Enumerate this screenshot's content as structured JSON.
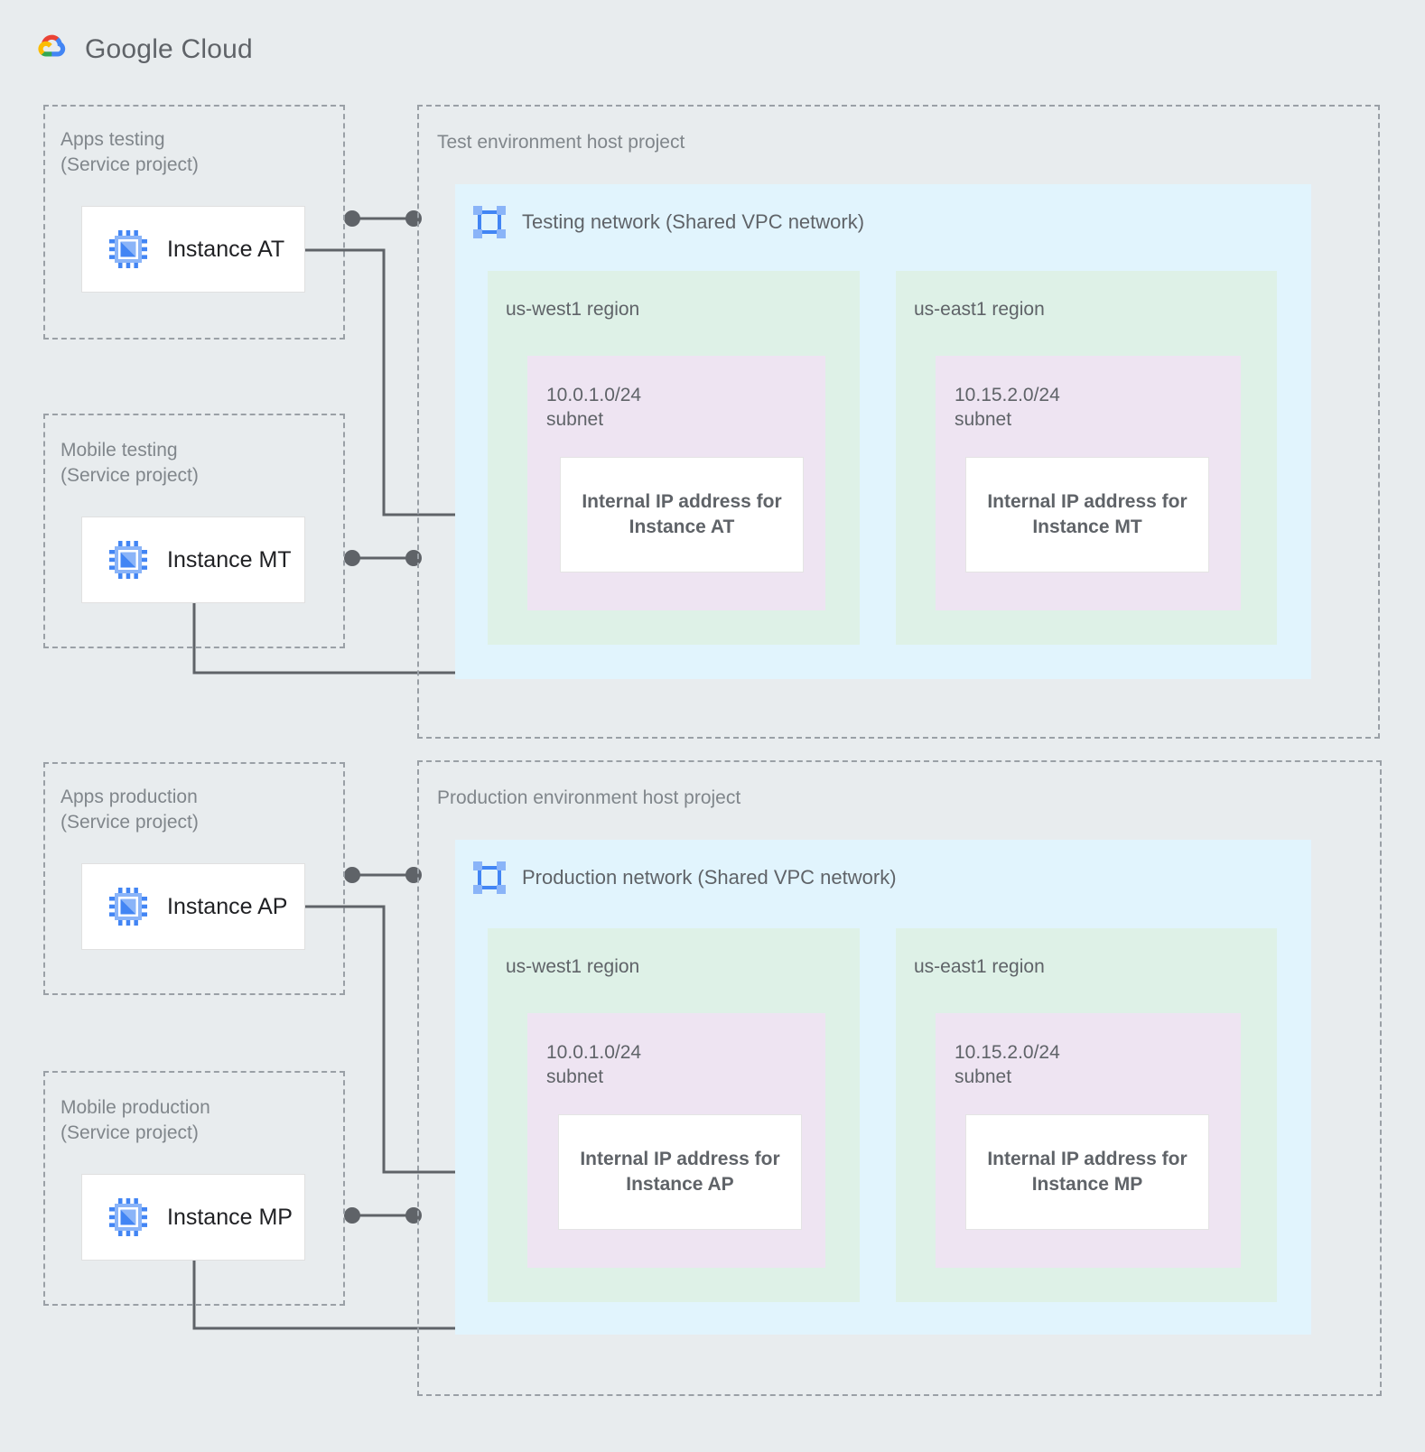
{
  "brand": {
    "name_bold": "Google",
    "name_light": "Cloud",
    "logo_icon": "google-cloud-logo",
    "colors": {
      "red": "#EA4335",
      "yellow": "#FBBC04",
      "green": "#34A853",
      "blue": "#4285F4"
    }
  },
  "palette": {
    "page_bg": "#E8ECEE",
    "dashed_border": "#9AA0A6",
    "vpc_bg": "#E1F4FD",
    "region_bg": "#DEF1E7",
    "subnet_bg": "#EEE4F2",
    "card_bg": "#FFFFFF",
    "wire": "#5F6368",
    "label_text": "#80868B",
    "body_text": "#5F6368",
    "instance_text": "#202124",
    "icon_blue_light": "#8AB4F8",
    "icon_blue": "#4285F4"
  },
  "service_projects": [
    {
      "id": "apps-testing",
      "label": "Apps testing\n(Service project)",
      "instance": {
        "name": "Instance AT",
        "icon": "compute-instance-icon"
      }
    },
    {
      "id": "mobile-testing",
      "label": "Mobile testing\n(Service project)",
      "instance": {
        "name": "Instance MT",
        "icon": "compute-instance-icon"
      }
    },
    {
      "id": "apps-production",
      "label": "Apps production\n(Service project)",
      "instance": {
        "name": "Instance AP",
        "icon": "compute-instance-icon"
      }
    },
    {
      "id": "mobile-production",
      "label": "Mobile production\n(Service project)",
      "instance": {
        "name": "Instance MP",
        "icon": "compute-instance-icon"
      }
    }
  ],
  "host_projects": [
    {
      "id": "test-host",
      "label": "Test environment host project",
      "network": {
        "title": "Testing network (Shared VPC network)",
        "icon": "vpc-network-icon"
      },
      "regions": [
        {
          "id": "test-us-west1",
          "label": "us-west1 region",
          "subnet": {
            "label": "10.0.1.0/24\nsubnet",
            "ip_box": "Internal IP address for\nInstance AT"
          }
        },
        {
          "id": "test-us-east1",
          "label": "us-east1 region",
          "subnet": {
            "label": "10.15.2.0/24\nsubnet",
            "ip_box": "Internal IP address for\nInstance MT"
          }
        }
      ]
    },
    {
      "id": "prod-host",
      "label": "Production environment host project",
      "network": {
        "title": "Production network (Shared VPC network)",
        "icon": "vpc-network-icon"
      },
      "regions": [
        {
          "id": "prod-us-west1",
          "label": "us-west1 region",
          "subnet": {
            "label": "10.0.1.0/24\nsubnet",
            "ip_box": "Internal IP address for\nInstance AP"
          }
        },
        {
          "id": "prod-us-east1",
          "label": "us-east1 region",
          "subnet": {
            "label": "10.15.2.0/24\nsubnet",
            "ip_box": "Internal IP address for\nInstance MP"
          }
        }
      ]
    }
  ],
  "connections": [
    {
      "id": "at-boundary",
      "from": "Apps testing (Service project)",
      "to": "Test environment host project"
    },
    {
      "id": "mt-boundary",
      "from": "Mobile testing (Service project)",
      "to": "Test environment host project"
    },
    {
      "id": "ap-boundary",
      "from": "Apps production (Service project)",
      "to": "Production environment host project"
    },
    {
      "id": "mp-boundary",
      "from": "Mobile production (Service project)",
      "to": "Production environment host project"
    },
    {
      "id": "at-to-ip",
      "from": "Instance AT",
      "to": "Internal IP address for Instance AT"
    },
    {
      "id": "mt-to-ip",
      "from": "Instance MT",
      "to": "Internal IP address for Instance MT"
    },
    {
      "id": "ap-to-ip",
      "from": "Instance AP",
      "to": "Internal IP address for Instance AP"
    },
    {
      "id": "mp-to-ip",
      "from": "Instance MP",
      "to": "Internal IP address for Instance MP"
    }
  ]
}
